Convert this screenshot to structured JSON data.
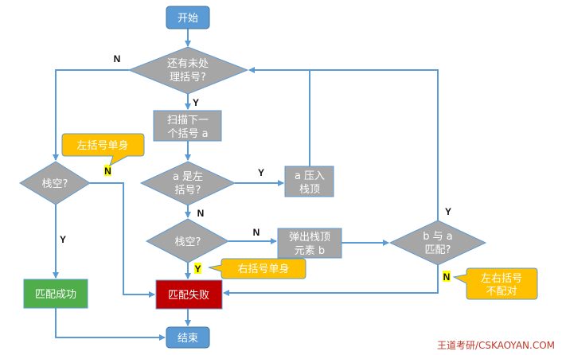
{
  "colors": {
    "terminal": "#5b9bd5",
    "process": "#a6a6a6",
    "decision": "#a6a6a6",
    "success": "#4fad4a",
    "failure": "#c00000",
    "callout": "#ffc000",
    "edge": "#5b9bd5",
    "highlight": "#ffff00",
    "watermark": "#c0392b"
  },
  "nodes": {
    "start": {
      "label": "开始"
    },
    "has_unprocessed": {
      "lines": [
        "还有未处",
        "理括号?"
      ]
    },
    "scan_next": {
      "lines": [
        "扫描下一",
        "个括号 a"
      ]
    },
    "is_left": {
      "lines": [
        "a 是左",
        "括号?"
      ]
    },
    "push": {
      "lines": [
        "a 压入",
        "栈顶"
      ]
    },
    "stack_empty_mid": {
      "label": "栈空?"
    },
    "pop": {
      "lines": [
        "弹出栈顶",
        "元素 b"
      ]
    },
    "match": {
      "lines": [
        "b 与 a",
        "匹配?"
      ]
    },
    "stack_empty_left": {
      "label": "栈空?"
    },
    "success": {
      "label": "匹配成功"
    },
    "failure": {
      "label": "匹配失败"
    },
    "end": {
      "label": "结束"
    }
  },
  "edge_labels": {
    "unprocessed_no": "N",
    "unprocessed_yes": "Y",
    "is_left_yes": "Y",
    "is_left_no": "N",
    "mid_empty_no": "N",
    "mid_empty_yes": "Y",
    "match_yes": "Y",
    "match_no": "N",
    "left_empty_no": "N",
    "left_empty_yes": "Y"
  },
  "callouts": {
    "left_single": {
      "lines": [
        "左括号单身"
      ]
    },
    "right_single": {
      "lines": [
        "右括号单身"
      ]
    },
    "mismatch": {
      "lines": [
        "左右括号",
        "不配对"
      ]
    }
  },
  "watermark": "王道考研/CSKAOYAN.COM"
}
